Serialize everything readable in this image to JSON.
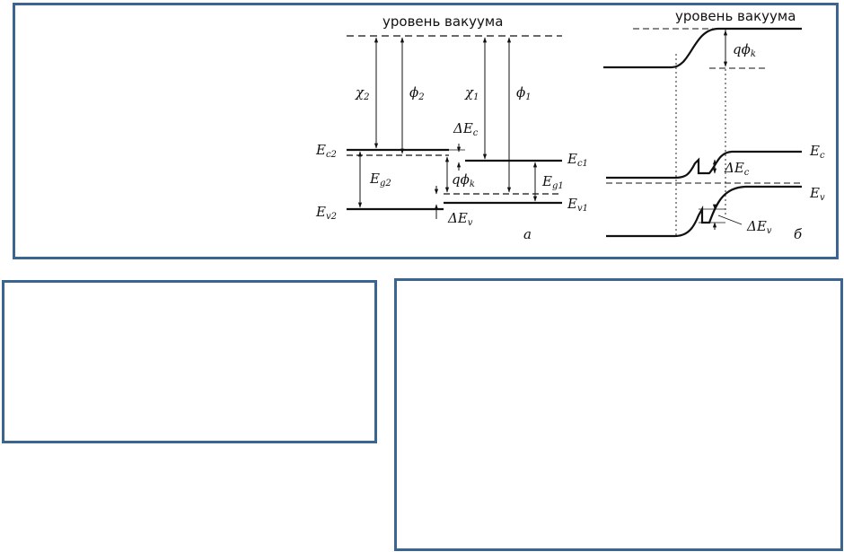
{
  "diagram_a": {
    "vacuum_label": "уровень вакуума",
    "chi2": "χ",
    "chi2_sub": "2",
    "phi2": "ϕ",
    "phi2_sub": "2",
    "chi1": "χ",
    "chi1_sub": "1",
    "phi1": "ϕ",
    "phi1_sub": "1",
    "delta_ec": "ΔE",
    "delta_ec_sub": "c",
    "ec2": "E",
    "ec2_sub": "c2",
    "ec1": "E",
    "ec1_sub": "c1",
    "eg2": "E",
    "eg2_sub": "g2",
    "eg1": "E",
    "eg1_sub": "g1",
    "qphik": "qϕ",
    "qphik_sub": "k",
    "ev2": "E",
    "ev2_sub": "v2",
    "ev1": "E",
    "ev1_sub": "v1",
    "delta_ev": "ΔE",
    "delta_ev_sub": "v",
    "panel_letter": "a"
  },
  "diagram_b": {
    "vacuum_label": "уровень вакуума",
    "qphik": "qϕ",
    "qphik_sub": "k",
    "ec": "E",
    "ec_sub": "c",
    "ev": "E",
    "ev_sub": "v",
    "delta_ec": "ΔE",
    "delta_ec_sub": "c",
    "delta_ev": "ΔE",
    "delta_ev_sub": "v",
    "panel_letter": "б"
  }
}
